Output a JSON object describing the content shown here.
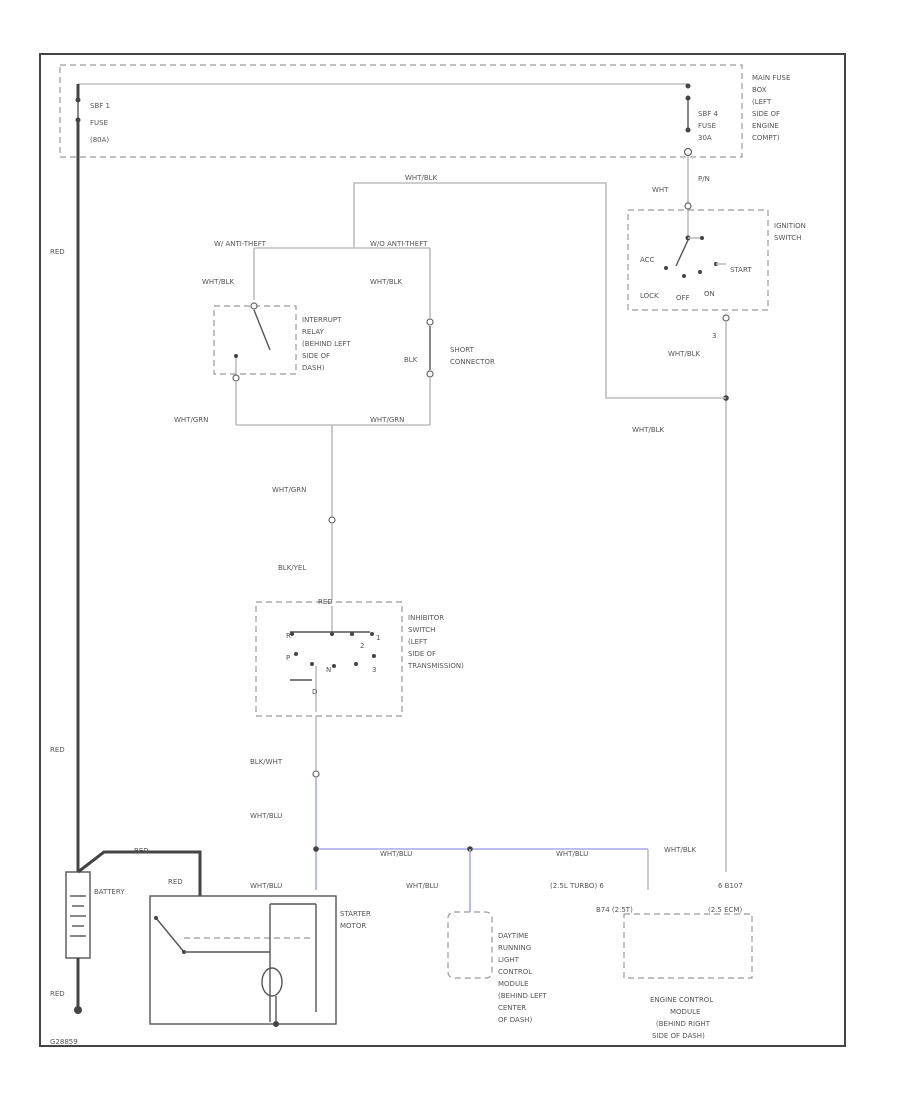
{
  "fuses": {
    "sbf1": {
      "name": "SBF 1",
      "type": "FUSE",
      "rating": "(80A)"
    },
    "sbf4": {
      "name": "SBF 4",
      "type": "FUSE",
      "rating": "30A"
    },
    "block_label": [
      "MAIN FUSE",
      "BOX",
      "(LEFT",
      "SIDE OF",
      "ENGINE",
      "COMPT)"
    ]
  },
  "ignition_switch": {
    "wire_top": "WHT",
    "pin_top": "P/N",
    "title": [
      "IGNITION",
      "SWITCH"
    ],
    "positions": {
      "acc": "ACC",
      "lock": "LOCK",
      "off": "OFF",
      "on": "ON",
      "start": "START"
    },
    "pin_bottom": "3",
    "wire_bottom": "WHT/BLK"
  },
  "wires": {
    "top_bus": "WHT/BLK",
    "left_power": "RED",
    "left_power_2": "RED",
    "battery_neg": "RED",
    "split_left": "W/ ANTI-THEFT",
    "split_right": "W/O ANTI-THEFT",
    "relay_in": "WHT/BLK",
    "short_in": "WHT/BLK",
    "short_mid": "BLK",
    "relay_out": "WHT/GRN",
    "short_out": "WHT/GRN",
    "to_inhibitor": "WHT/GRN",
    "inhibitor_in": "BLK/YEL",
    "inhibitor_out": "BLK/WHT",
    "inhibitor_bottom": "WHT/BLU",
    "bus_mid": "WHT/BLU",
    "bus_right": "WHT/BLU",
    "to_starter": "WHT/BLU",
    "to_drl": "WHT/BLU",
    "right_down": "WHT/BLK",
    "right_bottom": "WHT/BLK",
    "starter_red": "RED",
    "battery_top": "RED"
  },
  "relay": {
    "title": [
      "INTERRUPT",
      "RELAY",
      "(BEHIND LEFT",
      "SIDE OF",
      "DASH)"
    ]
  },
  "short_connector": {
    "title": [
      "SHORT",
      "CONNECTOR"
    ]
  },
  "inhibitor": {
    "pin_top": "RED",
    "title": [
      "INHIBITOR",
      "SWITCH",
      "(LEFT",
      "SIDE OF",
      "TRANSMISSION)"
    ],
    "positions": {
      "r": "R",
      "p": "P",
      "n": "N",
      "d": "D",
      "three": "3",
      "two": "2",
      "one": "1"
    }
  },
  "battery": {
    "label": "BATTERY"
  },
  "starter": {
    "title": [
      "STARTER",
      "MOTOR"
    ]
  },
  "drl": {
    "title": [
      "DAYTIME",
      "RUNNING",
      "LIGHT",
      "CONTROL",
      "MODULE",
      "(BEHIND LEFT",
      "CENTER",
      "OF DASH)"
    ]
  },
  "ecm": {
    "pin_left_top": "(2.5L TURBO)  6",
    "pin_right_top": "6 B107",
    "pin_left_bottom": "B74 (2.5T)",
    "pin_right_bottom": "(2.5 ECM)",
    "title": [
      "ENGINE CONTROL",
      "MODULE",
      "(BEHIND RIGHT",
      "SIDE OF DASH)"
    ]
  },
  "footer": {
    "code": "G28859"
  }
}
